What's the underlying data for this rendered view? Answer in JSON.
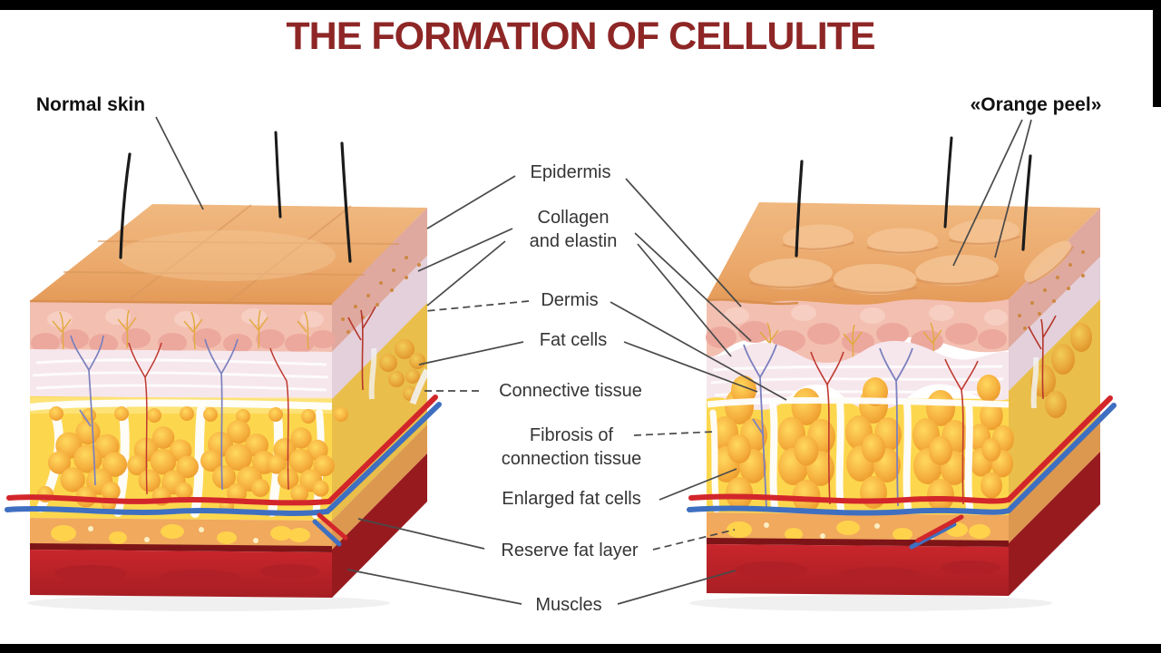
{
  "title": {
    "text": "THE FORMATION OF CELLULITE",
    "color": "#8e2626"
  },
  "captions": {
    "left": "Normal skin",
    "right": "«Orange peel»"
  },
  "labels": {
    "epidermis": "Epidermis",
    "collagen_elastin": "Collagen\nand elastin",
    "dermis": "Dermis",
    "fat_cells": "Fat cells",
    "connective_tissue": "Connective tissue",
    "fibrosis": "Fibrosis of\nconnection tissue",
    "enlarged_fat_cells": "Enlarged fat cells",
    "reserve_fat_layer": "Reserve fat layer",
    "muscles": "Muscles"
  },
  "palette": {
    "background": "#ffffff",
    "letterbox": "#000000",
    "title_text": "#8e2626",
    "label_text": "#353535",
    "leader_line": "#4a4a4a",
    "skin_surface": "#eba76c",
    "epidermis_band": "#f2bcae",
    "dermis_band": "#f6e7ed",
    "fat_cell": "#f2a43c",
    "fat_background": "#fcd74e",
    "reserve_fat": "#f0a95d",
    "muscle": "#c4252b",
    "artery_red": "#d2262b",
    "vein_blue": "#3f6fc1",
    "hair": "#1b1b1b"
  }
}
